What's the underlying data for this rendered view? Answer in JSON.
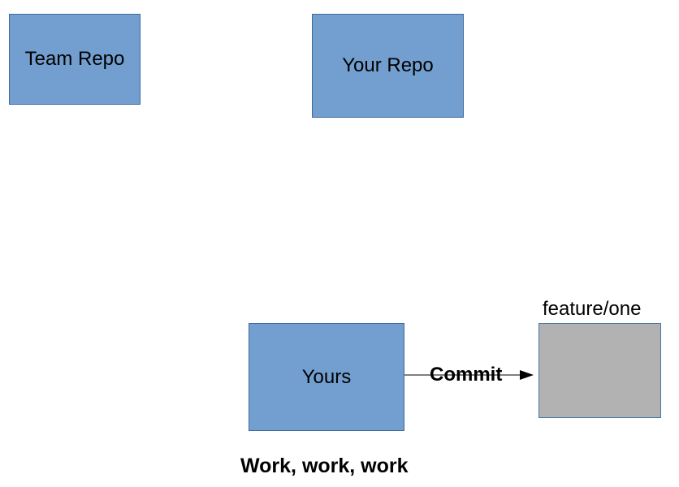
{
  "diagram": {
    "team_repo": "Team Repo",
    "your_repo": "Your Repo",
    "yours": "Yours",
    "feature_branch": "feature/one",
    "commit_label": "Commit",
    "caption": "Work, work, work"
  },
  "colors": {
    "repo_fill": "#729fcf",
    "repo_border": "#3f6b9a",
    "branch_fill": "#b2b2b2"
  }
}
